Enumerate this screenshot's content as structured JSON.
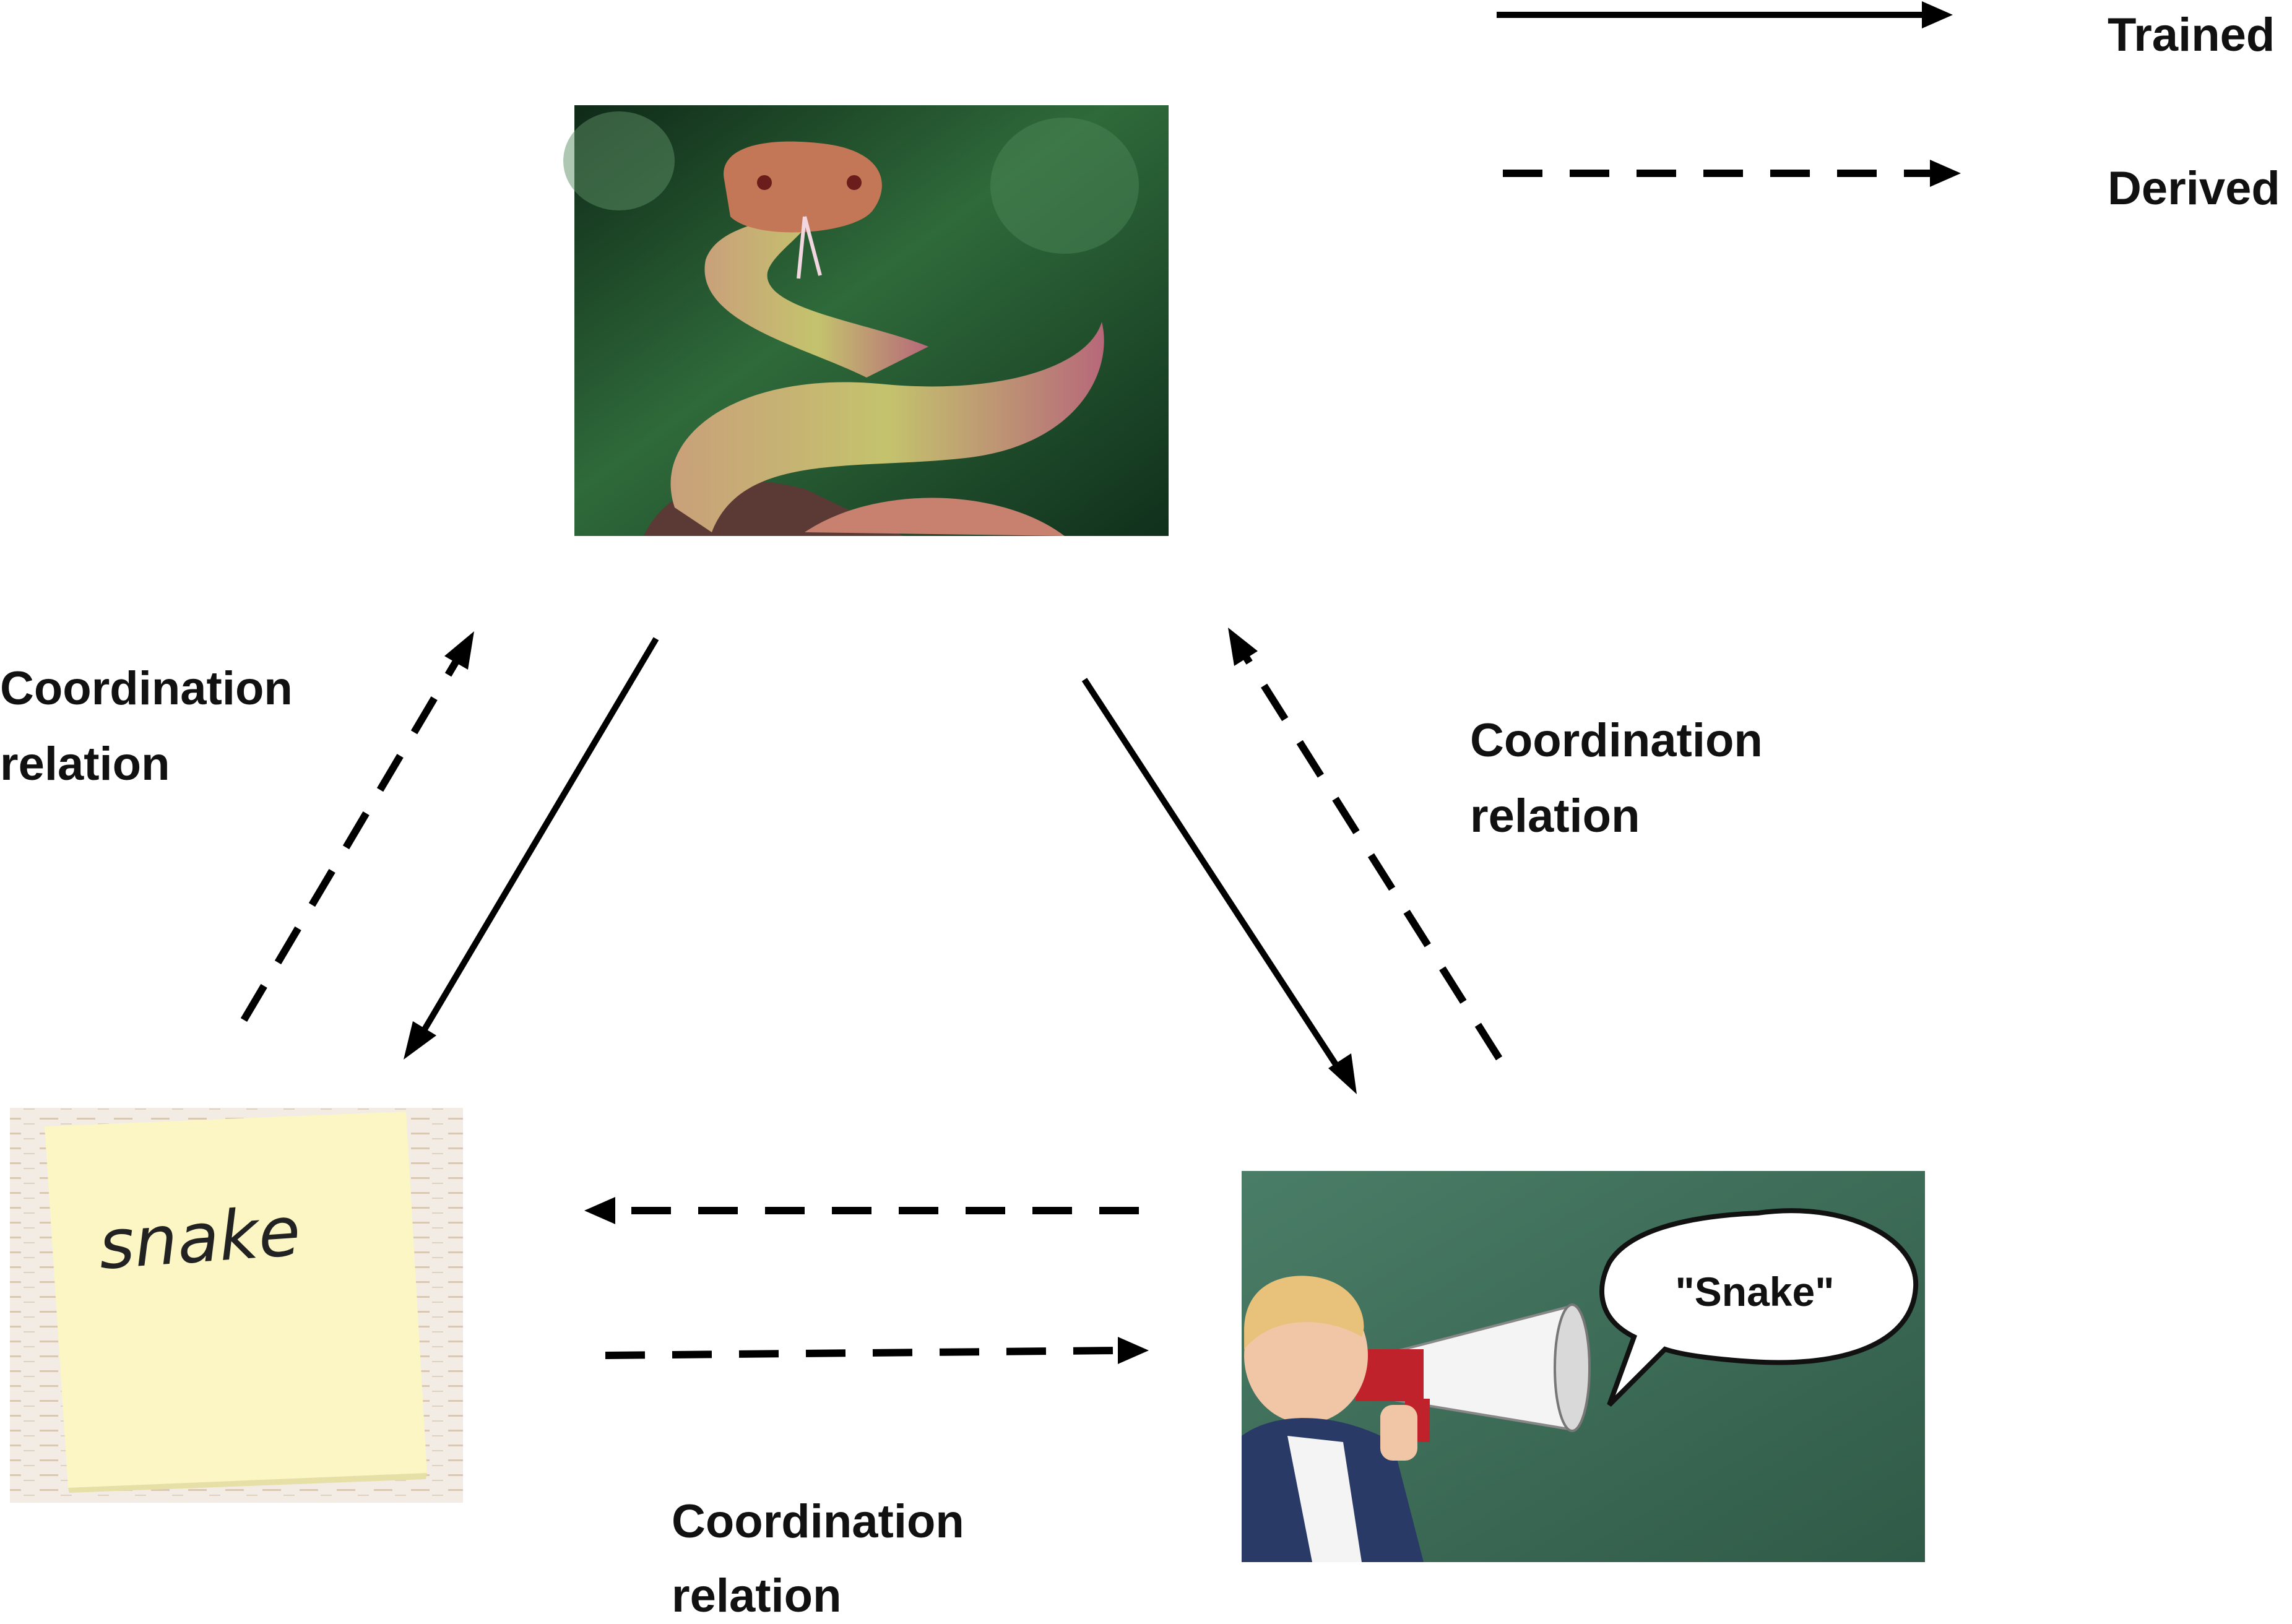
{
  "legend": {
    "trained_label": "Trained",
    "derived_label": "Derived"
  },
  "relations": {
    "left_label_line1": "Coordination",
    "left_label_line2": "relation",
    "right_label_line1": "Coordination",
    "right_label_line2": "relation",
    "bottom_label_line1": "Coordination",
    "bottom_label_line2": "relation"
  },
  "images": {
    "snake": "snake-photo",
    "note": "sticky-note-snake",
    "boy": "boy-megaphone"
  },
  "note": {
    "handwritten_word": "snake"
  },
  "speech": {
    "quote": "\"Snake\""
  },
  "colors": {
    "arrow": "#000000",
    "note_yellow": "#fbf6c4",
    "chalkboard": "#3d6b57",
    "snake_bg": "#1f4a2b"
  }
}
